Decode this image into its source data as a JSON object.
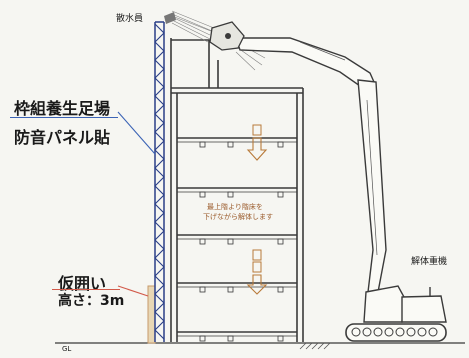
{
  "labels": {
    "sprinkler": "散水員",
    "scaffold_line1": "枠組養生足場",
    "scaffold_line2": "防音パネル貼",
    "demolition_note_line1": "最上階より階床を",
    "demolition_note_line2": "下げながら解体します",
    "machine": "解体重機",
    "fence_line1": "仮囲い",
    "fence_line2": "高さ：3m",
    "ground": "GL"
  },
  "colors": {
    "line": "#3a3a3a",
    "scaffold": "#2a3f88",
    "leader": "#3b63b5",
    "arrow": "#b87a3a",
    "fence_leader": "#d25a4a",
    "fence": "#c79a6a",
    "spray": "#7f7f7f"
  },
  "floors": 5
}
